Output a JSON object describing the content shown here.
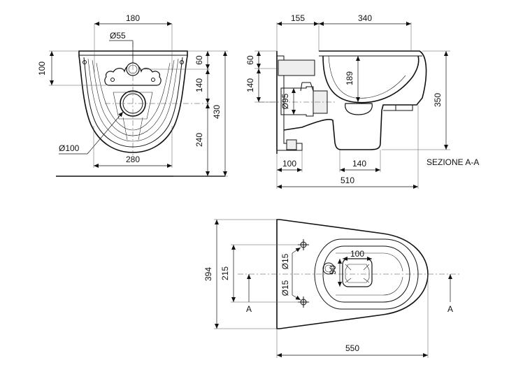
{
  "front_view": {
    "dim_top_width": "180",
    "dim_hole": "Ø55",
    "dim_left_height": "100",
    "dim_right_top": "60",
    "dim_right_mid": "140",
    "dim_right_total": "430",
    "dim_right_lower": "240",
    "dim_drain": "Ø100",
    "dim_bottom_width": "280"
  },
  "section_view": {
    "dim_top_left": "155",
    "dim_top_right": "340",
    "dim_left_top": "60",
    "dim_left_mid": "140",
    "dim_pipe": "Ø95",
    "dim_bowl_depth": "189",
    "dim_right_height": "350",
    "dim_bottom_left": "100",
    "dim_bottom_mid": "140",
    "dim_total_length": "510",
    "label": "SEZIONE A-A"
  },
  "top_view": {
    "dim_height_total": "394",
    "dim_holes_spacing": "215",
    "dim_hole_top": "Ø15",
    "dim_hole_bottom": "Ø15",
    "dim_outlet_width": "100",
    "dim_outlet_height": "90",
    "dim_total_length": "550",
    "section_mark_left": "A",
    "section_mark_right": "A"
  }
}
